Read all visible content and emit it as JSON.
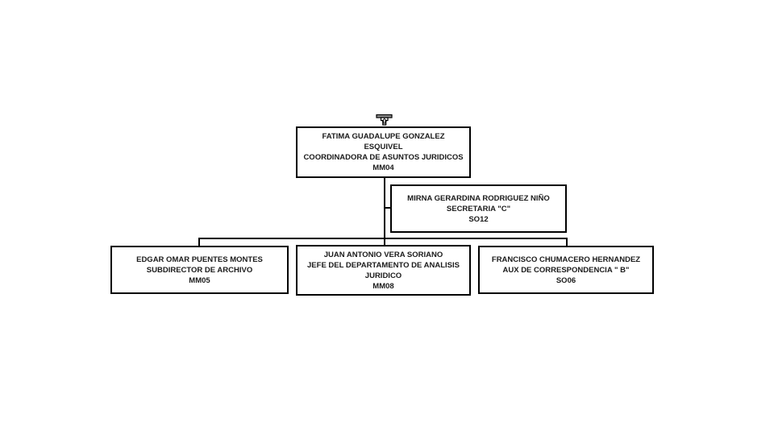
{
  "colors": {
    "background": "#ffffff",
    "line": "#000000",
    "text": "#1b1b1b"
  },
  "org_chart": {
    "nodes": {
      "coordinator": {
        "name": "FATIMA GUADALUPE GONZALEZ ESQUIVEL",
        "title": "COORDINADORA DE ASUNTOS JURIDICOS",
        "code": "MM04"
      },
      "secretary": {
        "name": "MIRNA GERARDINA RODRIGUEZ NIÑO",
        "title": "SECRETARIA \"C\"",
        "code": "SO12"
      },
      "subdirector": {
        "name": "EDGAR OMAR PUENTES MONTES",
        "title": "SUBDIRECTOR DE ARCHIVO",
        "code": "MM05"
      },
      "jefe": {
        "name": "JUAN ANTONIO VERA SORIANO",
        "title": "JEFE DEL DEPARTAMENTO DE ANALISIS JURIDICO",
        "code": "MM08"
      },
      "aux": {
        "name": "FRANCISCO CHUMACERO HERNANDEZ",
        "title": "AUX DE CORRESPONDENCIA \" B\"",
        "code": "SO06"
      }
    }
  }
}
